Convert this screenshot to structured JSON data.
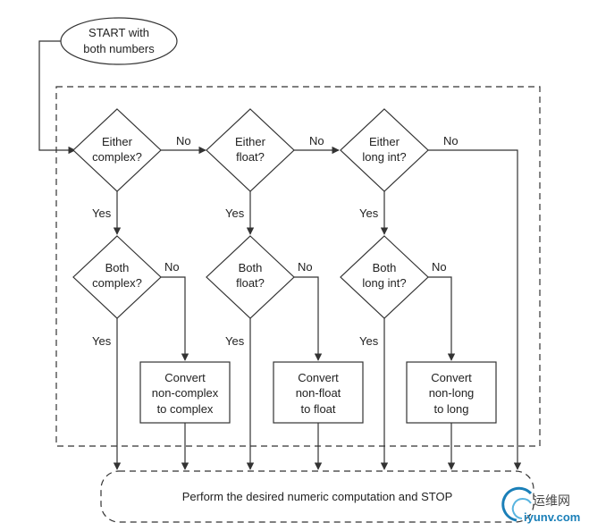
{
  "start": {
    "line1": "START with",
    "line2": "both numbers"
  },
  "columns": [
    {
      "either": {
        "line1": "Either",
        "line2": "complex?"
      },
      "both": {
        "line1": "Both",
        "line2": "complex?"
      },
      "convert": {
        "line1": "Convert",
        "line2": "non-complex",
        "line3": "to complex"
      }
    },
    {
      "either": {
        "line1": "Either",
        "line2": "float?"
      },
      "both": {
        "line1": "Both",
        "line2": "float?"
      },
      "convert": {
        "line1": "Convert",
        "line2": "non-float",
        "line3": "to float"
      }
    },
    {
      "either": {
        "line1": "Either",
        "line2": "long int?"
      },
      "both": {
        "line1": "Both",
        "line2": "long int?"
      },
      "convert": {
        "line1": "Convert",
        "line2": "non-long",
        "line3": "to long"
      }
    }
  ],
  "labels": {
    "yes": "Yes",
    "no": "No"
  },
  "final": {
    "text": "Perform the desired numeric computation and STOP"
  },
  "watermark": {
    "chinese": "运维网",
    "domain": "iyunv.com"
  }
}
